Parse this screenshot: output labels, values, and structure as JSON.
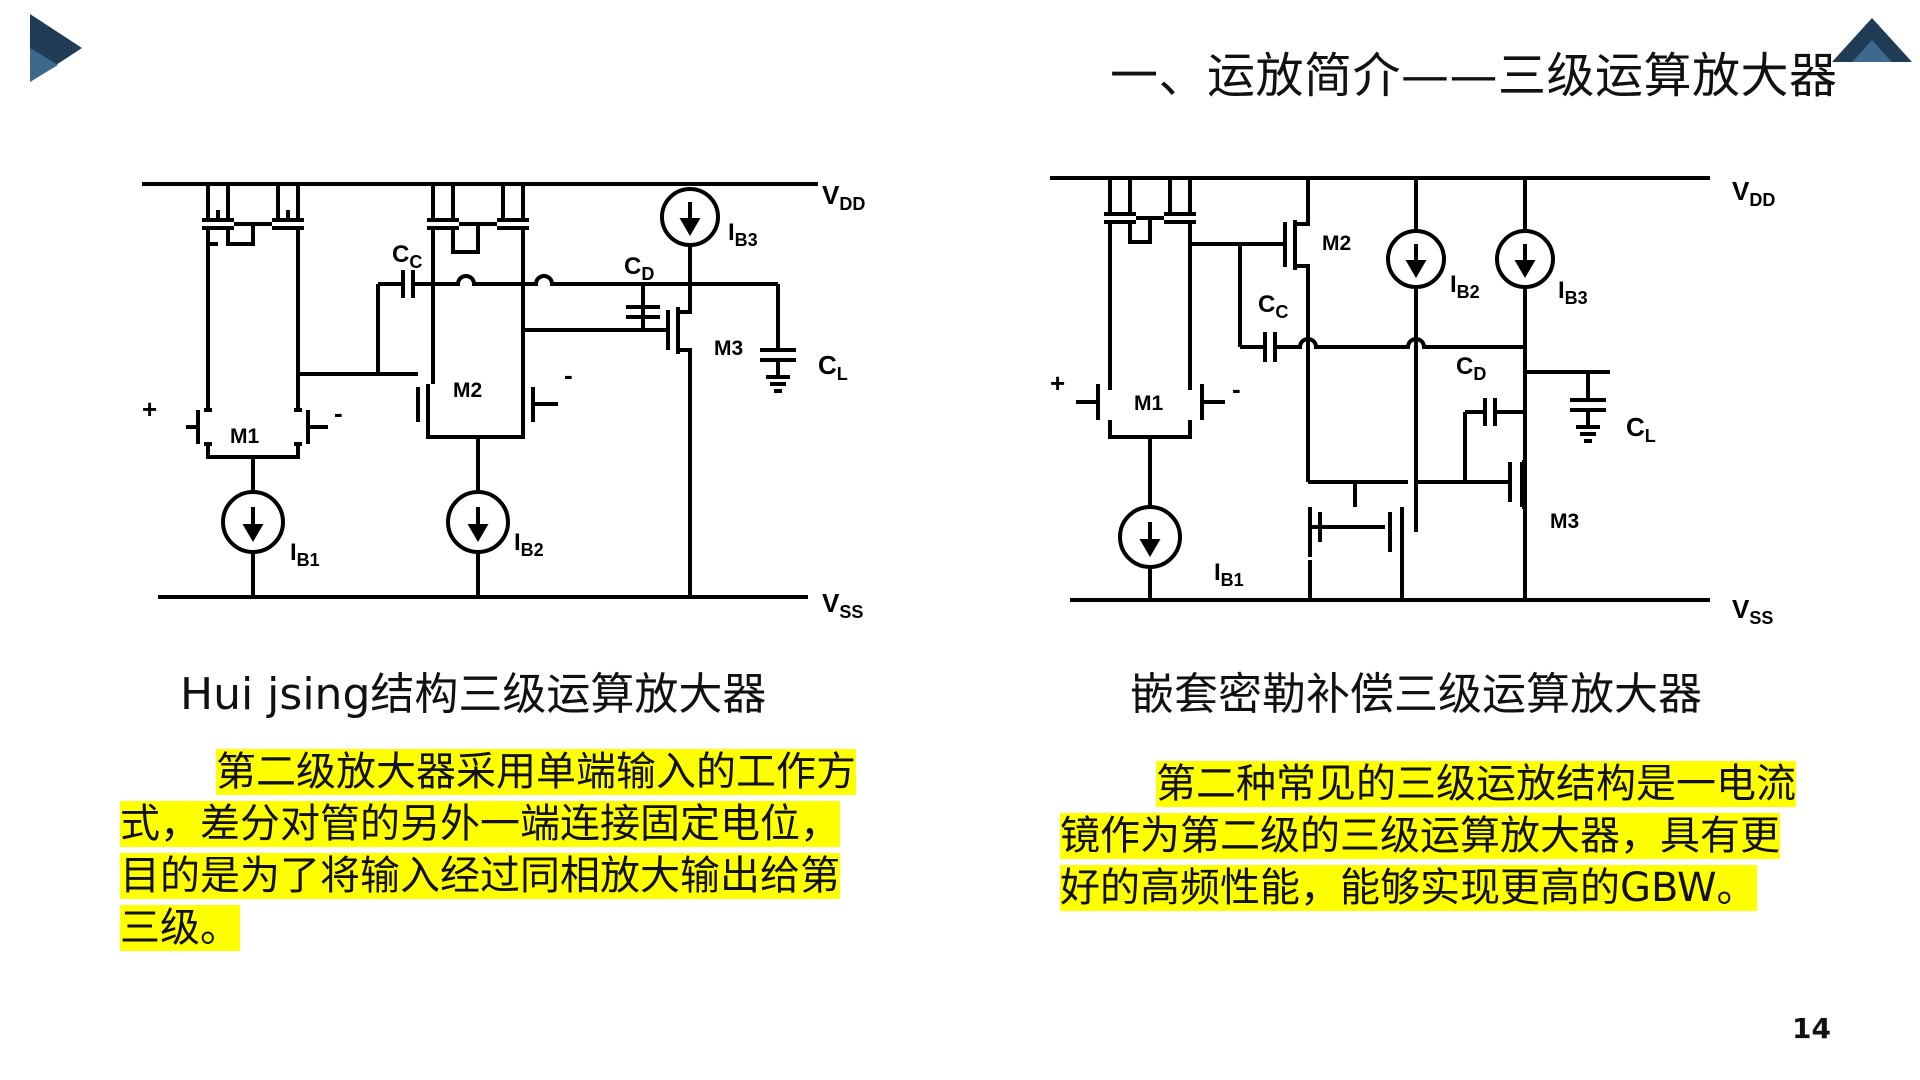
{
  "title": "一、运放简介——三级运算放大器",
  "page_number": "14",
  "colors": {
    "logo": "#1f3b55",
    "highlight": "#ffff00"
  },
  "left": {
    "caption": "Hui jsing结构三级运算放大器",
    "paragraph": [
      "第二级放大器采用单端输入的工作方",
      "式，差分对管的另外一端连接固定电位，",
      "目的是为了将输入经过同相放大输出给第",
      "三级。"
    ],
    "circuit": {
      "vdd": "V",
      "vdd_sub": "DD",
      "vss": "V",
      "vss_sub": "SS",
      "m1": "M1",
      "m2": "M2",
      "m3": "M3",
      "ib1": "I",
      "ib1_sub": "B1",
      "ib2": "I",
      "ib2_sub": "B2",
      "ib3": "I",
      "ib3_sub": "B3",
      "cc": "C",
      "cc_sub": "C",
      "cd": "C",
      "cd_sub": "D",
      "cl": "C",
      "cl_sub": "L",
      "plus": "+",
      "minus": "-"
    }
  },
  "right": {
    "caption": "嵌套密勒补偿三级运算放大器",
    "paragraph": [
      "第二种常见的三级运放结构是一电流",
      "镜作为第二级的三级运算放大器，具有更",
      "好的高频性能，能够实现更高的GBW。"
    ],
    "circuit": {
      "vdd": "V",
      "vdd_sub": "DD",
      "vss": "V",
      "vss_sub": "SS",
      "m1": "M1",
      "m2": "M2",
      "m3": "M3",
      "ib1": "I",
      "ib1_sub": "B1",
      "ib2": "I",
      "ib2_sub": "B2",
      "ib3": "I",
      "ib3_sub": "B3",
      "cc": "C",
      "cc_sub": "C",
      "cd": "C",
      "cd_sub": "D",
      "cl": "C",
      "cl_sub": "L",
      "plus": "+",
      "minus": "-"
    }
  }
}
